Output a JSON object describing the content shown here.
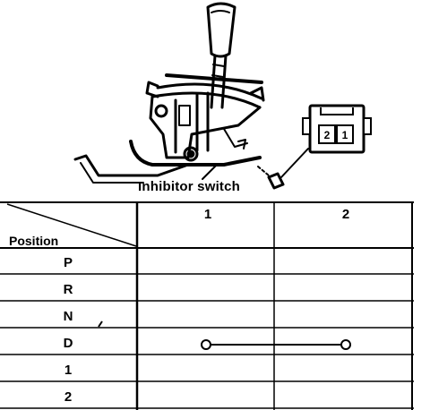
{
  "callout": {
    "inhibitor_switch": "Inhibitor switch"
  },
  "connector": {
    "pin_left": "2",
    "pin_right": "1"
  },
  "table": {
    "position_header": "Position",
    "columns": [
      "1",
      "2"
    ],
    "rows": [
      {
        "label": "P",
        "continuity": false
      },
      {
        "label": "R",
        "continuity": false
      },
      {
        "label": "N",
        "continuity": false
      },
      {
        "label": "D",
        "continuity": true
      },
      {
        "label": "1",
        "continuity": false
      },
      {
        "label": "2",
        "continuity": false
      }
    ]
  }
}
